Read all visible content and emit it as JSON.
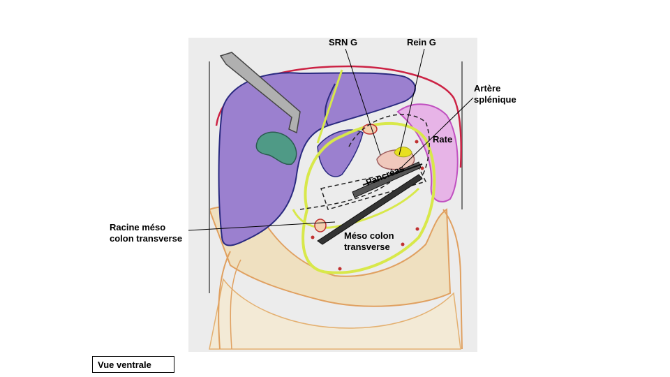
{
  "labels": {
    "srn": "SRN G",
    "rein": "Rein G",
    "artere": "Artère\nsplénique",
    "rate": "Rate",
    "pancreas": "Pancréas",
    "racine": "Racine méso\ncolon transverse",
    "meso": "Méso colon\ntransverse"
  },
  "view": "Vue ventrale",
  "colors": {
    "liver": "#9b80cf",
    "liver_outline": "#2a2a80",
    "gallbladder": "#4f9a86",
    "peritoneum": "#d8e84a",
    "spleen": "#d26fd2",
    "kidney": "#f0c8bc",
    "adrenal": "#e8e020",
    "diaphragm": "#cc2244",
    "colon": "#e0b070",
    "vessel": "#c03030"
  }
}
